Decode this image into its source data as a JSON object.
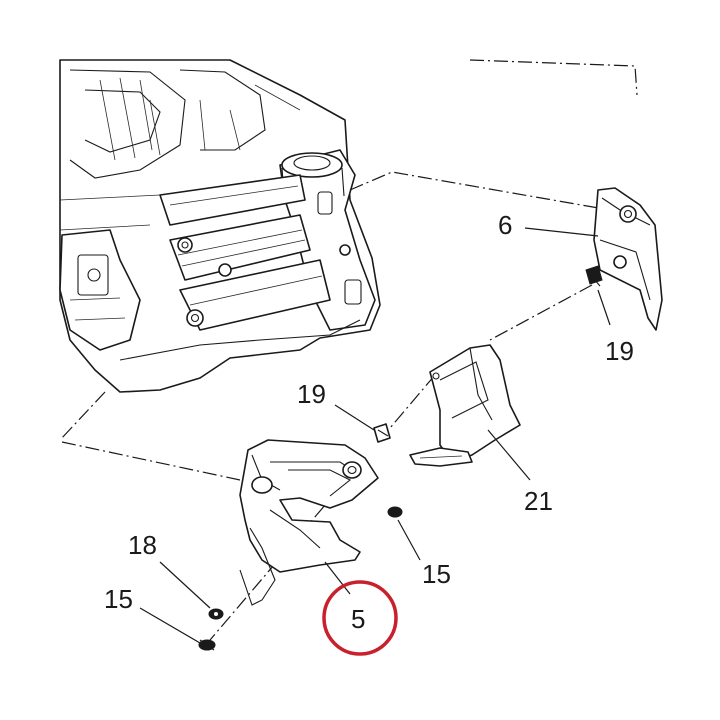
{
  "callouts": {
    "c6": "6",
    "c19a": "19",
    "c19b": "19",
    "c21": "21",
    "c15a": "15",
    "c15b": "15",
    "c18": "18",
    "c5": "5"
  },
  "highlight": {
    "target_callout": "5",
    "circle_color": "#c8202c"
  },
  "colors": {
    "line": "#1a1a1a",
    "background": "#ffffff"
  }
}
